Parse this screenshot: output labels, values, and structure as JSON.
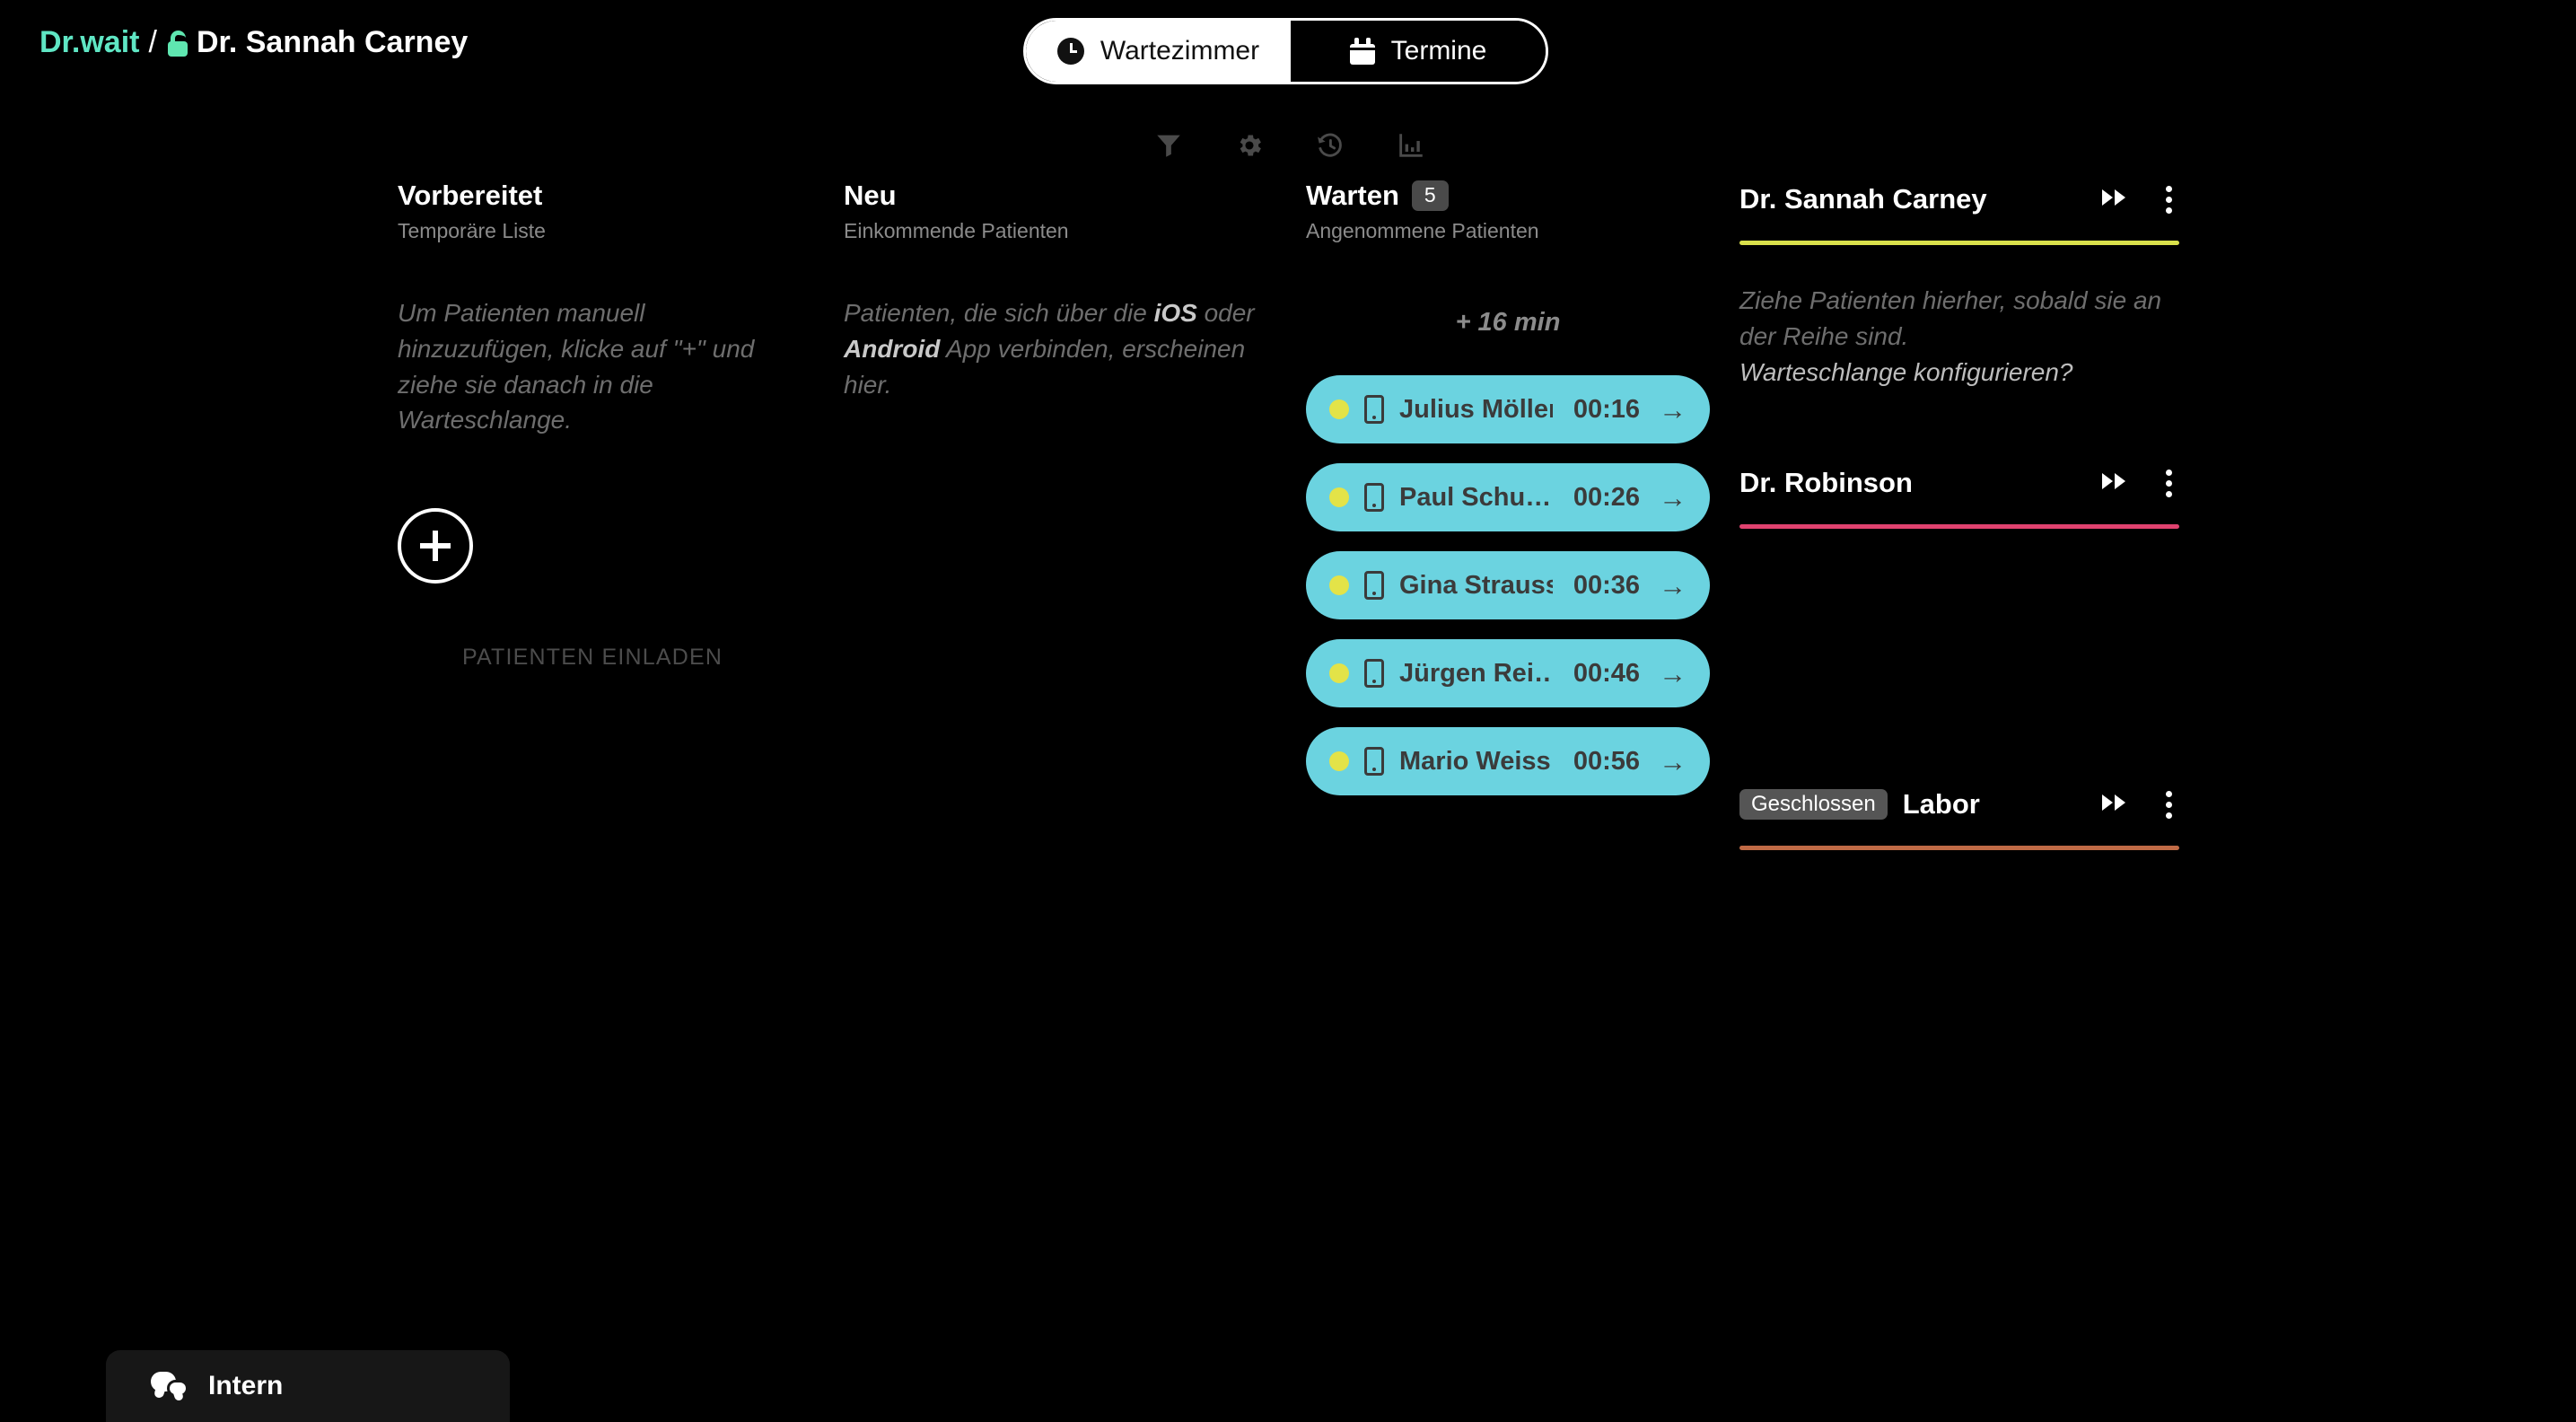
{
  "header": {
    "brand": "Dr.wait",
    "separator": "/",
    "lock_icon": "open-lock-icon",
    "doctor": "Dr. Sannah Carney",
    "brand_color": "#5FE6C4",
    "lock_color": "#5FE6B0"
  },
  "view_toggle": {
    "active": "Wartezimmer",
    "options": [
      {
        "label": "Wartezimmer",
        "icon": "clock-icon",
        "active": true
      },
      {
        "label": "Termine",
        "icon": "calendar-icon",
        "active": false
      }
    ]
  },
  "toolbar": {
    "items": [
      {
        "name": "filter-icon",
        "title": "Filter"
      },
      {
        "name": "gear-icon",
        "title": "Einstellungen"
      },
      {
        "name": "history-icon",
        "title": "Verlauf"
      },
      {
        "name": "stats-icon",
        "title": "Statistik"
      }
    ]
  },
  "columns": {
    "prepared": {
      "title": "Vorbereitet",
      "subtitle": "Temporäre Liste",
      "hint": "Um Patienten manuell hinzuzufügen, klicke auf \"+\" und ziehe sie danach in die Warteschlange.",
      "add_button": "+",
      "invite_label": "PATIENTEN EINLADEN"
    },
    "new": {
      "title": "Neu",
      "subtitle": "Einkommende Patienten",
      "hint_part1": "Patienten, die sich über die ",
      "hint_ios": "iOS",
      "hint_part2": " oder ",
      "hint_android": "Android",
      "hint_part3": " App verbinden, erscheinen hier."
    },
    "waiting": {
      "title": "Warten",
      "badge": "5",
      "subtitle": "Angenommene Patienten",
      "eta": "+ 16 min",
      "pill_color": "#6BD3E0",
      "dot_color": "#E3E348",
      "patients": [
        {
          "status": "online",
          "device": "phone-icon",
          "name": "Julius Möller",
          "time": "00:16",
          "arrow": "→"
        },
        {
          "status": "online",
          "device": "phone-icon",
          "name": "Paul Schu…",
          "time": "00:26",
          "arrow": "→"
        },
        {
          "status": "online",
          "device": "phone-icon",
          "name": "Gina Strauss",
          "time": "00:36",
          "arrow": "→"
        },
        {
          "status": "online",
          "device": "phone-icon",
          "name": "Jürgen Rei…",
          "time": "00:46",
          "arrow": "→"
        },
        {
          "status": "online",
          "device": "phone-icon",
          "name": "Mario Weiss",
          "time": "00:56",
          "arrow": "→"
        }
      ]
    },
    "queues": [
      {
        "title": "Dr. Sannah Carney",
        "badge": "",
        "rule_color": "#D9E04B",
        "hint_line1": "Ziehe Patienten hierher, sobald sie an der Reihe sind.",
        "hint_line2": "Warteschlange konfigurieren?"
      },
      {
        "title": "Dr. Robinson",
        "badge": "",
        "rule_color": "#E0426F",
        "hint_line1": "",
        "hint_line2": ""
      },
      {
        "title": "Labor",
        "badge": "Geschlossen",
        "rule_color": "#C06A45",
        "hint_line1": "",
        "hint_line2": ""
      }
    ]
  },
  "chat": {
    "label": "Intern",
    "icon": "chat-bubbles-icon"
  }
}
